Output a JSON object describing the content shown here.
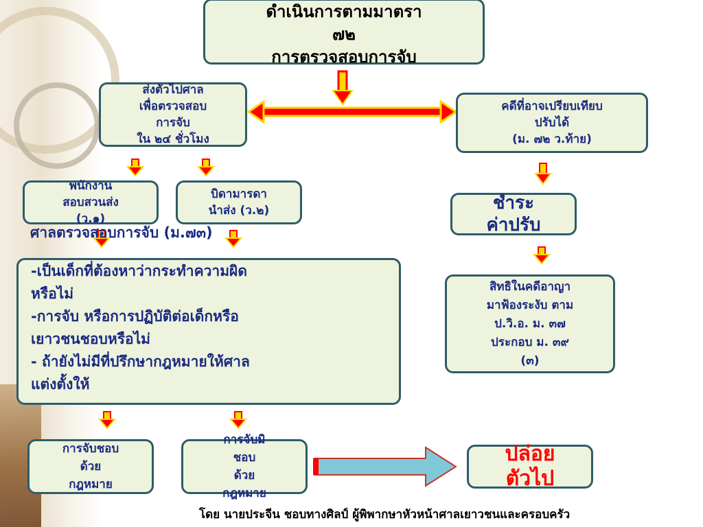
{
  "top": {
    "lines": [
      "ดำเนินการตามมาตรา",
      "๗๒",
      "การตรวจสอบการจับ"
    ]
  },
  "court": {
    "lines": [
      "ส่งตัวไปศาล",
      "เพื่อตรวจสอบ",
      "การจับ",
      "ใน ๒๔ ชั่วโมง"
    ]
  },
  "fine": {
    "lines": [
      "คดีที่อาจเปรียบเทียบ",
      "ปรับได้",
      "(ม. ๗๒ ว.ท้าย)"
    ]
  },
  "officer": {
    "lines": [
      "พนักงาน",
      "สอบสวนส่ง",
      "(ว.๑)"
    ]
  },
  "parent": {
    "lines": [
      "บิดามารดา",
      "นำส่ง (ว.๒)"
    ]
  },
  "pay": {
    "lines": [
      "ชำระ",
      "ค่าปรับ"
    ]
  },
  "main": {
    "title": "ศาลตรวจสอบการจับ (ม.๗๓)",
    "lines": [
      "-เป็นเด็กที่ต้องหาว่ากระทำความผิด",
      "หรือไม่",
      "-การจับ หรือการปฏิบัติต่อเด็กหรือ",
      "เยาวชนชอบหรือไม่",
      "- ถ้ายังไม่มีที่ปรึกษากฎหมายให้ศาล",
      "แต่งตั้งให้"
    ]
  },
  "rights": {
    "lines": [
      "สิทธิในคดีอาญา",
      "มาฟ้องระงับ ตาม",
      "ป.วิ.อ. ม. ๓๗",
      "ประกอบ ม. ๓๙",
      "(๓)"
    ]
  },
  "lawful": {
    "lines": [
      "การจับชอบ",
      "ด้วย",
      "กฎหมาย"
    ]
  },
  "unlawful": {
    "lines": [
      "การจับมิ",
      "ชอบ",
      "ด้วย",
      "กฎหมาย"
    ]
  },
  "release": {
    "lines": [
      "ปล่อย",
      "ตัวไป"
    ]
  },
  "credit": "โดย นายประจีน ชอบทางศิลป์ ผู้พิพากษาหัวหน้าศาลเยาวชนและครอบครัว",
  "colors": {
    "box_fill": "#eef3dd",
    "box_border": "#2e5c68",
    "text_blue": "#1a2a80",
    "arrow_red": "#ff0000",
    "arrow_yellow": "#ffd700",
    "big_arrow_fill": "#7fc8d8"
  }
}
